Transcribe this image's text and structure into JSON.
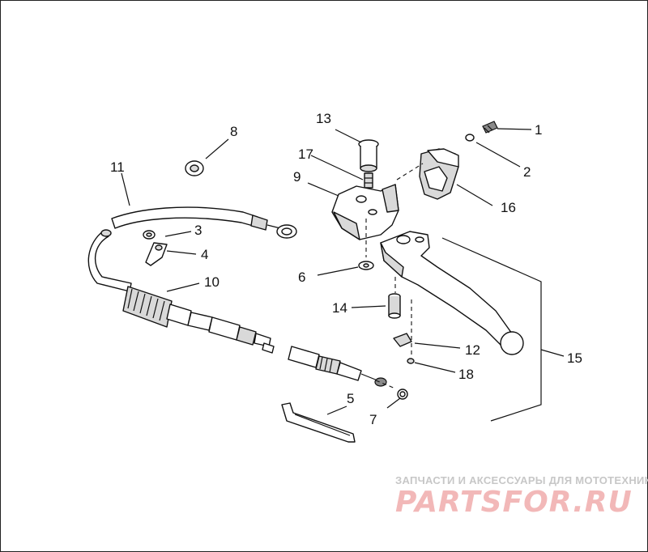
{
  "callouts": [
    {
      "id": "1",
      "label": "1"
    },
    {
      "id": "2",
      "label": "2"
    },
    {
      "id": "3",
      "label": "3"
    },
    {
      "id": "4",
      "label": "4"
    },
    {
      "id": "5",
      "label": "5"
    },
    {
      "id": "6",
      "label": "6"
    },
    {
      "id": "7",
      "label": "7"
    },
    {
      "id": "8",
      "label": "8"
    },
    {
      "id": "9",
      "label": "9"
    },
    {
      "id": "10",
      "label": "10"
    },
    {
      "id": "11",
      "label": "11"
    },
    {
      "id": "12",
      "label": "12"
    },
    {
      "id": "13",
      "label": "13"
    },
    {
      "id": "14",
      "label": "14"
    },
    {
      "id": "15",
      "label": "15"
    },
    {
      "id": "16",
      "label": "16"
    },
    {
      "id": "17",
      "label": "17"
    },
    {
      "id": "18",
      "label": "18"
    }
  ],
  "watermark": {
    "tagline": "ЗАПЧАСТИ И АКСЕССУАРЫ ДЛЯ МОТОТЕХНИКИ",
    "logo": "PARTSFOR.RU",
    "color": "#e88b8b"
  }
}
